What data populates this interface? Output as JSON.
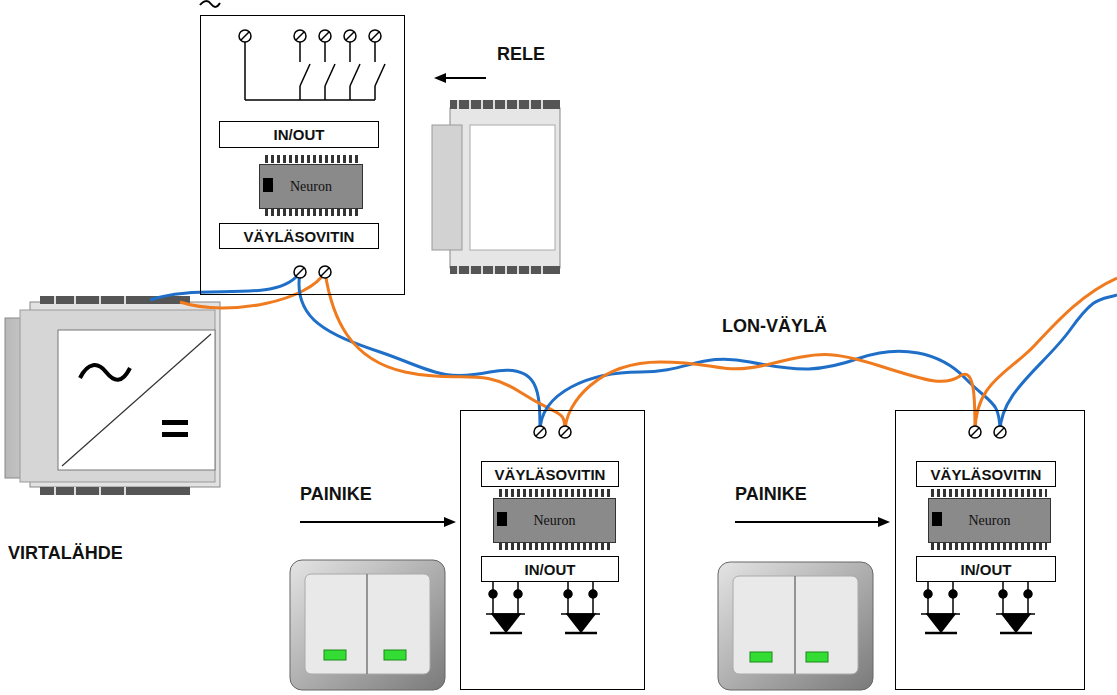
{
  "diagram": {
    "nodes": [
      {
        "text": []
      },
      {
        "text": [
          "IN/OUT"
        ],
        "in": 0
      },
      {
        "text": [
          "Neuron"
        ],
        "in": 0
      },
      {
        "text": [
          "VÄYLÄSOVITIN"
        ],
        "in": 0
      },
      {
        "text": []
      },
      {
        "text": [
          "VÄYLÄSOVITIN"
        ],
        "in": 4
      },
      {
        "text": [
          "Neuron"
        ],
        "in": 4
      },
      {
        "text": [
          "IN/OUT"
        ],
        "in": 4
      },
      {
        "text": []
      },
      {
        "text": [
          "VÄYLÄSOVITIN"
        ],
        "in": 8
      },
      {
        "text": [
          "Neuron"
        ],
        "in": 8
      },
      {
        "text": [
          "IN/OUT"
        ],
        "in": 8
      }
    ],
    "labels": [
      "RELE",
      "LON-VÄYLÄ",
      "VIRTALÄHDE",
      "PAINIKE",
      "PAINIKE"
    ]
  }
}
